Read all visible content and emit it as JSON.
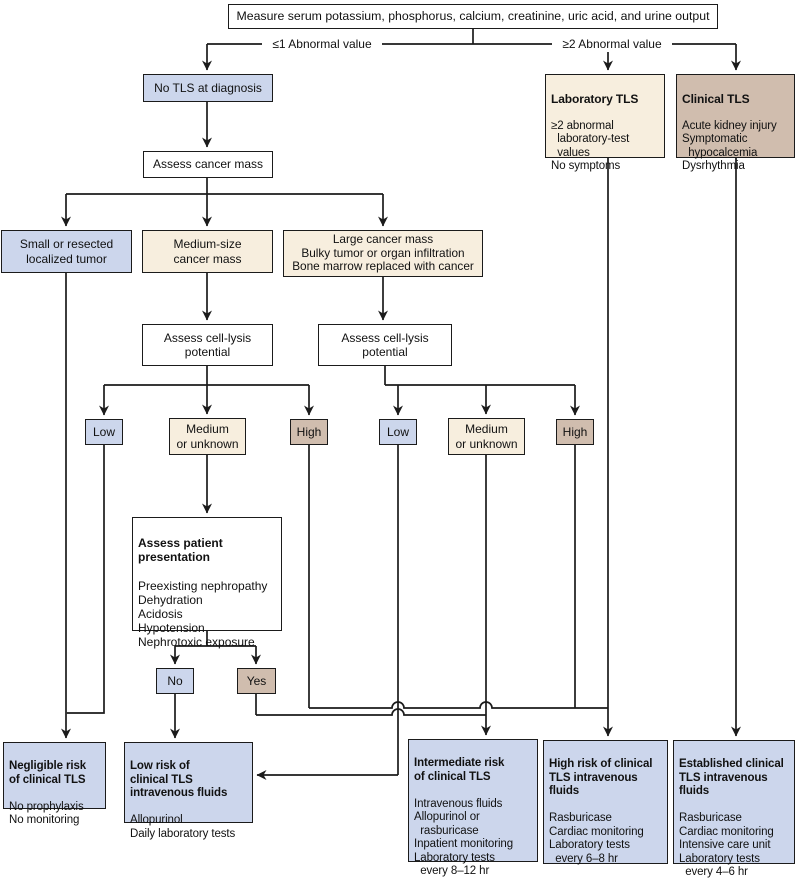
{
  "colors": {
    "node_blue": "#ccd6ec",
    "node_cream": "#f7eede",
    "node_tan": "#d0bdae",
    "line": "#1b1b1b"
  },
  "flowchart": {
    "measure": "Measure serum potassium, phosphorus, calcium, creatinine, uric acid, and urine output",
    "branch_left": "≤1 Abnormal value",
    "branch_right": "≥2 Abnormal value",
    "no_tls": "No TLS at diagnosis",
    "lab_tls": {
      "title": "Laboratory TLS",
      "body": "≥2 abnormal\n  laboratory-test\n  values\nNo symptoms"
    },
    "clin_tls": {
      "title": "Clinical TLS",
      "body": "Acute kidney injury\nSymptomatic\n  hypocalcemia\nDysrhythmia"
    },
    "assess_mass": "Assess cancer mass",
    "small_mass": "Small or resected\nlocalized tumor",
    "medium_mass": "Medium-size\ncancer mass",
    "large_mass": "Large cancer mass\nBulky tumor or organ infiltration\nBone marrow replaced with cancer",
    "lysis1": "Assess cell-lysis\npotential",
    "lysis2": "Assess cell-lysis\npotential",
    "low1": "Low",
    "medium1": "Medium\nor unknown",
    "high1": "High",
    "low2": "Low",
    "medium2": "Medium\nor unknown",
    "high2": "High",
    "assess_patient": {
      "title": "Assess patient\npresentation",
      "body": "Preexisting nephropathy\nDehydration\nAcidosis\nHypotension\nNephrotoxic exposure"
    },
    "no": "No",
    "yes": "Yes",
    "negligible": {
      "title": "Negligible risk\nof clinical TLS",
      "body": "No prophylaxis\nNo monitoring"
    },
    "low_risk": {
      "title": "Low risk of\nclinical TLS\nintravenous fluids",
      "body": "Allopurinol\nDaily laboratory tests"
    },
    "intermediate_risk": {
      "title": "Intermediate risk\nof clinical TLS",
      "body": "Intravenous fluids\nAllopurinol or\n  rasburicase\nInpatient monitoring\nLaboratory tests\n  every 8–12 hr"
    },
    "high_risk": {
      "title": "High risk of clinical\nTLS intravenous\nfluids",
      "body": "Rasburicase\nCardiac monitoring\nLaboratory tests\n  every 6–8 hr"
    },
    "established": {
      "title": "Established clinical\nTLS intravenous\nfluids",
      "body": "Rasburicase\nCardiac monitoring\nIntensive care unit\nLaboratory tests\n  every 4–6 hr"
    }
  }
}
